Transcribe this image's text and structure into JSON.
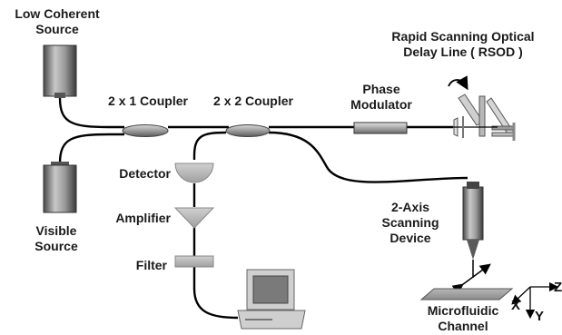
{
  "labels": {
    "low_coherent_source": [
      "Low Coherent",
      "Source"
    ],
    "visible_source": [
      "Visible",
      "Source"
    ],
    "coupler_2x1": "2 x 1 Coupler",
    "coupler_2x2": "2 x 2 Coupler",
    "phase_modulator": [
      "Phase",
      "Modulator"
    ],
    "rsod": [
      "Rapid Scanning Optical",
      "Delay Line ( RSOD )"
    ],
    "detector": "Detector",
    "amplifier": "Amplifier",
    "filter": "Filter",
    "scanning_device": [
      "2-Axis",
      "Scanning",
      "Device"
    ],
    "microfluidic_channel": [
      "Microfluidic",
      "Channel"
    ],
    "axis_x": "X",
    "axis_y": "Y",
    "axis_z": "Z"
  },
  "colors": {
    "fiber": "#000000",
    "component_dark": "#5a5a5a",
    "component_light": "#d4d4d4",
    "component_mid": "#9a9a9a"
  }
}
